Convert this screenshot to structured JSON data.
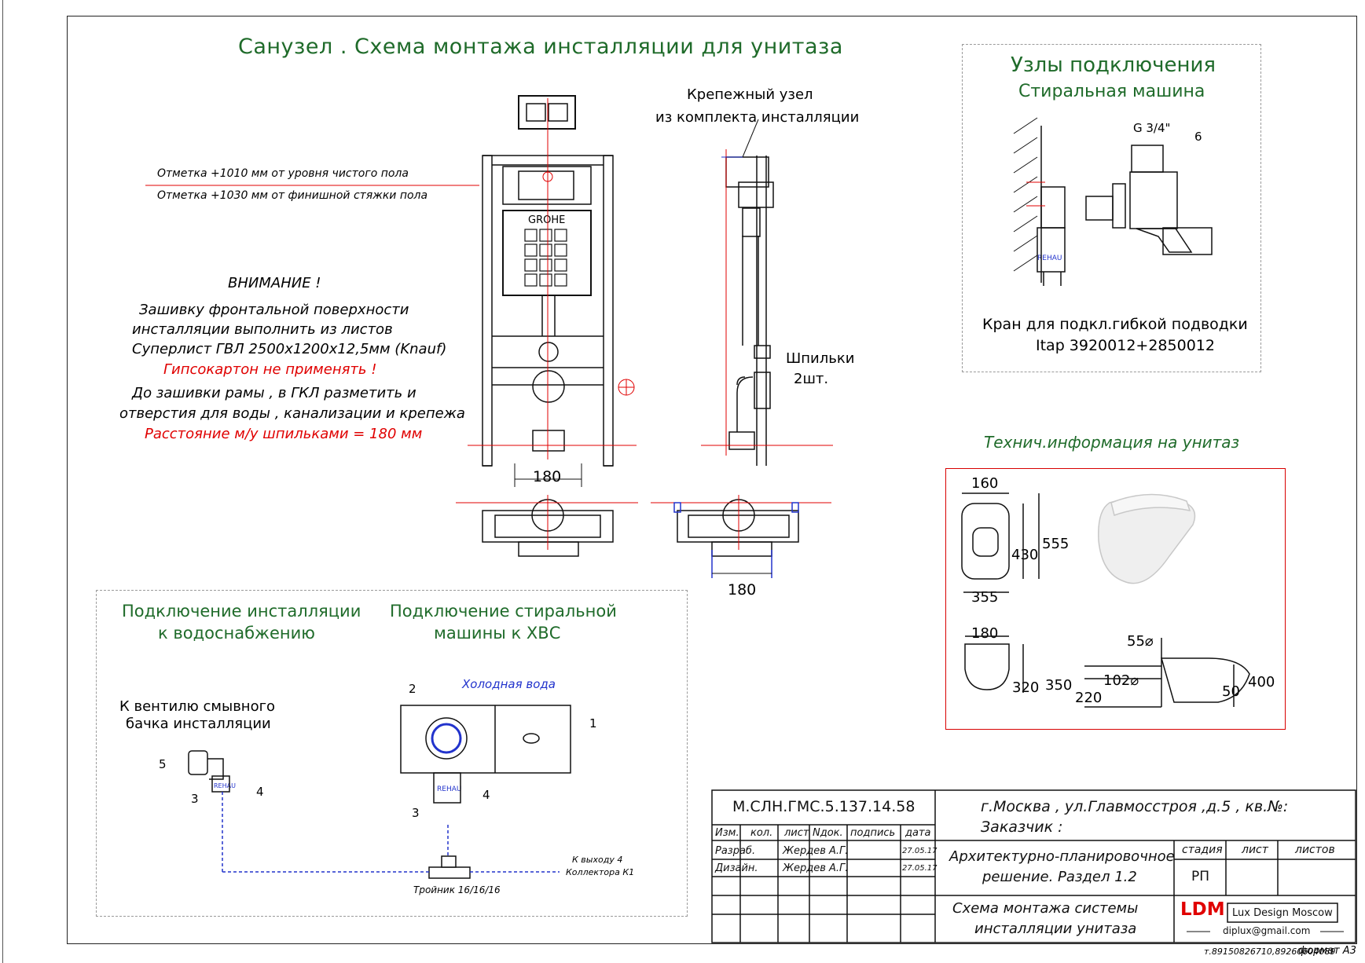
{
  "main_title": "Санузел . Схема монтажа инсталляции для унитаза",
  "mark_1010": "Отметка +1010 мм от уровня чистого пола",
  "mark_1030": "Отметка +1030 мм от финишной стяжки пола",
  "brand_label": "GROHE",
  "fastener_label": [
    "Крепежный узел",
    "из комплекта инсталляции"
  ],
  "studs_label": [
    "Шпильки",
    "2шт."
  ],
  "dim_180": "180",
  "warning": {
    "title": "ВНИМАНИЕ !",
    "line1": "Зашивку фронтальной поверхности",
    "line2": "инсталляции выполнить из листов",
    "line3": "Суперлист ГВЛ 2500х1200х12,5мм (Knauf)",
    "line4": "Гипсокартон не применять !",
    "line5": "До зашивки рамы , в ГКЛ разметить и",
    "line6": "отверстия для воды , канализации и крепежа",
    "line7": "Расстояние м/у шпильками = 180 мм"
  },
  "nodes": {
    "title": "Узлы подключения",
    "subtitle": "Стиральная машина",
    "g_label": "G 3/4\"",
    "num6": "6",
    "rehau": "REHAU",
    "caption1": "Кран для подкл.гибкой подводки",
    "caption2": "Itap 3920012+2850012"
  },
  "tech": {
    "title": "Технич.информация на унитаз",
    "d160": "160",
    "d430": "430",
    "d555": "555",
    "d355": "355",
    "d180": "180",
    "d320": "320",
    "d350": "350",
    "d220": "220",
    "d55": "55⌀",
    "d102": "102⌀",
    "d50": "50",
    "d400": "400"
  },
  "connection": {
    "title_left": [
      "Подключение инсталляции",
      "к водоснабжению"
    ],
    "title_right": [
      "Подключение стиральной",
      "машины к ХВС"
    ],
    "cold_water": "Холодная вода",
    "valve_label": [
      "К вентилю смывного",
      "бачка инсталляции"
    ],
    "n5": "5",
    "n3a": "3",
    "n4a": "4",
    "n2": "2",
    "n1": "1",
    "n4b": "4",
    "n3b": "3",
    "rehau": "REHAU",
    "tee": "Тройник 16/16/16",
    "collector": [
      "К выходу 4",
      "Коллектора К1"
    ]
  },
  "title_block": {
    "code": "М.СЛН.ГМС.5.137.14.58",
    "address": "г.Москва , ул.Главмосстроя ,д.5 , кв.№:",
    "customer": "Заказчик :",
    "h_izm": "Изм.",
    "h_kol": "кол.",
    "h_list": "лист",
    "h_ndok": "Nдок.",
    "h_podpis": "подпись",
    "h_data": "дата",
    "r1_role": "Разраб.",
    "r1_name": "Жердев А.Г.",
    "r1_date": "27.05.17",
    "r2_role": "Дизайн.",
    "r2_name": "Жердев А.Г.",
    "r2_date": "27.05.17",
    "project1": "Архитектурно-планировочное",
    "project2": "решение. Раздел 1.2",
    "stage_h": "стадия",
    "sheet_h": "лист",
    "sheets_h": "листов",
    "stage": "РП",
    "drawing1": "Схема монтажа системы",
    "drawing2": "инсталляции унитаза",
    "logo": "LDM",
    "logo_name": "Lux Design Moscow",
    "email": "diplux@gmail.com"
  },
  "footer": "т.89150826710,89260604089",
  "format": "формат  А3"
}
